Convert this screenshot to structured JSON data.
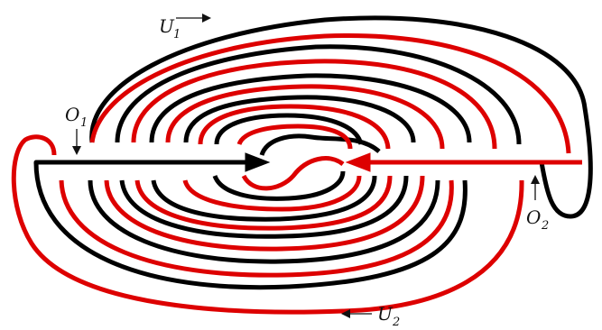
{
  "labels": {
    "u1": {
      "base": "U",
      "sub": "1"
    },
    "u2": {
      "base": "U",
      "sub": "2"
    },
    "o1": {
      "base": "O",
      "sub": "1"
    },
    "o2": {
      "base": "O",
      "sub": "2"
    }
  },
  "colors": {
    "black_curve": "#000000",
    "red_curve": "#dd0000"
  }
}
